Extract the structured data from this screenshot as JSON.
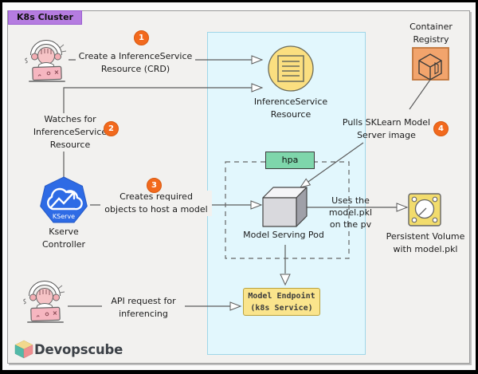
{
  "cluster": {
    "title": "K8s Cluster"
  },
  "steps": {
    "s1": {
      "num": "1",
      "label": "Create a InferenceService\nResource (CRD)"
    },
    "s2": {
      "num": "2",
      "label": "Watches for\nInferenceService\nResource"
    },
    "s3": {
      "num": "3",
      "label": "Creates required\nobjects to host a model"
    },
    "s4": {
      "num": "4",
      "label": "Pulls SKLearn Model\nServer image"
    }
  },
  "connectors": {
    "uses_pv": "Uses the model.pkl\non the pv",
    "api_request": "API request for\ninferencing"
  },
  "nodes": {
    "inference_resource": "InferenceService\nResource",
    "container_registry": "Container\nRegistry",
    "kserve_badge": "KServe",
    "kserve_controller": "Kserve\nController",
    "hpa": "hpa",
    "pod": "Model Serving Pod",
    "persistent_volume": "Persistent Volume\nwith model.pkl",
    "endpoint": "Model Endpoint\n(k8s Service)"
  },
  "branding": {
    "logo_text": "Devopscube"
  },
  "icons": {
    "developer": "developer-at-laptop-icon",
    "inference_resource": "document-circle-icon",
    "container_registry": "container-box-icon",
    "kserve": "kserve-cloud-heptagon-icon",
    "pod": "cube-icon",
    "persistent_volume": "disk-volume-icon",
    "logo": "devopscube-cube-icon"
  },
  "colors": {
    "badge_orange": "#f2691d",
    "cluster_purple": "#b57ce0",
    "panel_blue": "#e2f7fd",
    "hpa_green": "#7ed6ab",
    "endpoint_yellow": "#fae48c",
    "registry_orange": "#f2a46c",
    "resource_yellow": "#fbdf80",
    "pv_yellow": "#f2dc6d",
    "kserve_blue": "#2e6be5",
    "line_gray": "#5c5c5c"
  }
}
